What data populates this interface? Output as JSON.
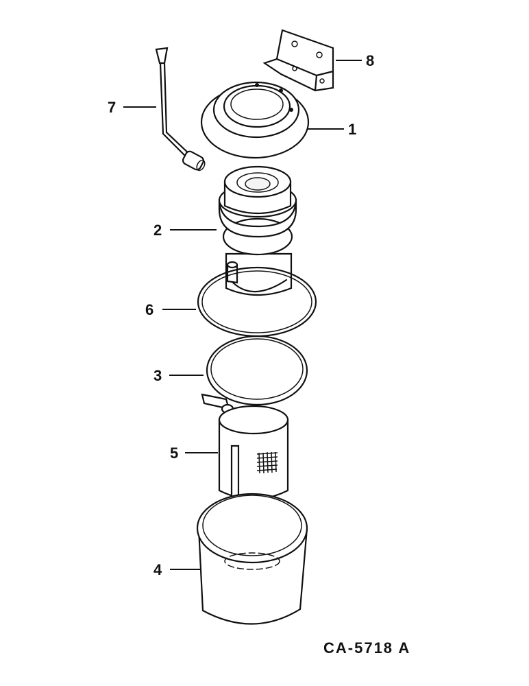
{
  "diagram": {
    "drawing_code": "CA-5718 A",
    "callouts": [
      {
        "id": "base-ring",
        "label": "1"
      },
      {
        "id": "filter-head",
        "label": "2"
      },
      {
        "id": "band-clamp",
        "label": "3"
      },
      {
        "id": "bowl",
        "label": "4"
      },
      {
        "id": "filter-element",
        "label": "5"
      },
      {
        "id": "gasket-ring",
        "label": "6"
      },
      {
        "id": "drain-handle",
        "label": "7"
      },
      {
        "id": "mounting-bracket",
        "label": "8"
      }
    ]
  }
}
